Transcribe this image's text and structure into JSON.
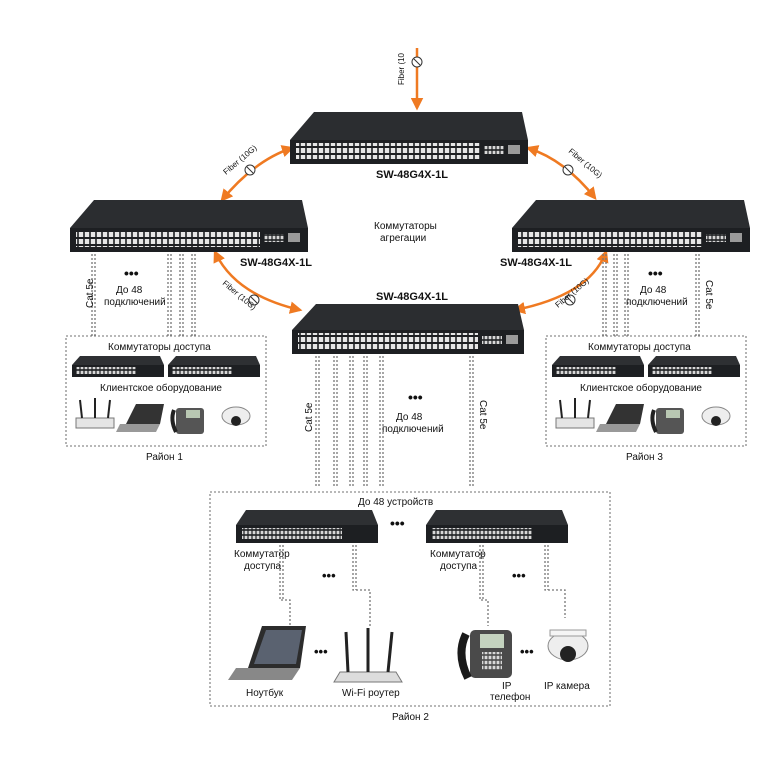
{
  "switch_model": "SW-48G4X-1L",
  "aggregation_label": [
    "Коммутаторы",
    "агрегации"
  ],
  "fiber_label": "Fiber (10G)",
  "fiber_top_label": "Fiber (10",
  "cable_label": "Cat 5e",
  "up_to_48": "До 48",
  "connections": "подключений",
  "dots": "•••",
  "district1": {
    "title": "Район 1",
    "access_switches": "Коммутаторы доступа",
    "client_equipment": "Клиентское оборудование"
  },
  "district3": {
    "title": "Район 3",
    "access_switches": "Коммутаторы доступа",
    "client_equipment": "Клиентское оборудование"
  },
  "district2": {
    "title": "Район 2",
    "up_to_48_devices": "До 48 устройств",
    "access_switch_line1": "Коммутатор",
    "access_switch_line2": "доступа",
    "laptop": "Ноутбук",
    "router": "Wi-Fi роутер",
    "ip": "IP",
    "phone": "телефон",
    "camera": "IP камера"
  },
  "colors": {
    "fiber_arrow": "#ef7a22",
    "switch_body": "#1d1f22",
    "port": "#e8e8e8",
    "box_border": "#444444"
  }
}
